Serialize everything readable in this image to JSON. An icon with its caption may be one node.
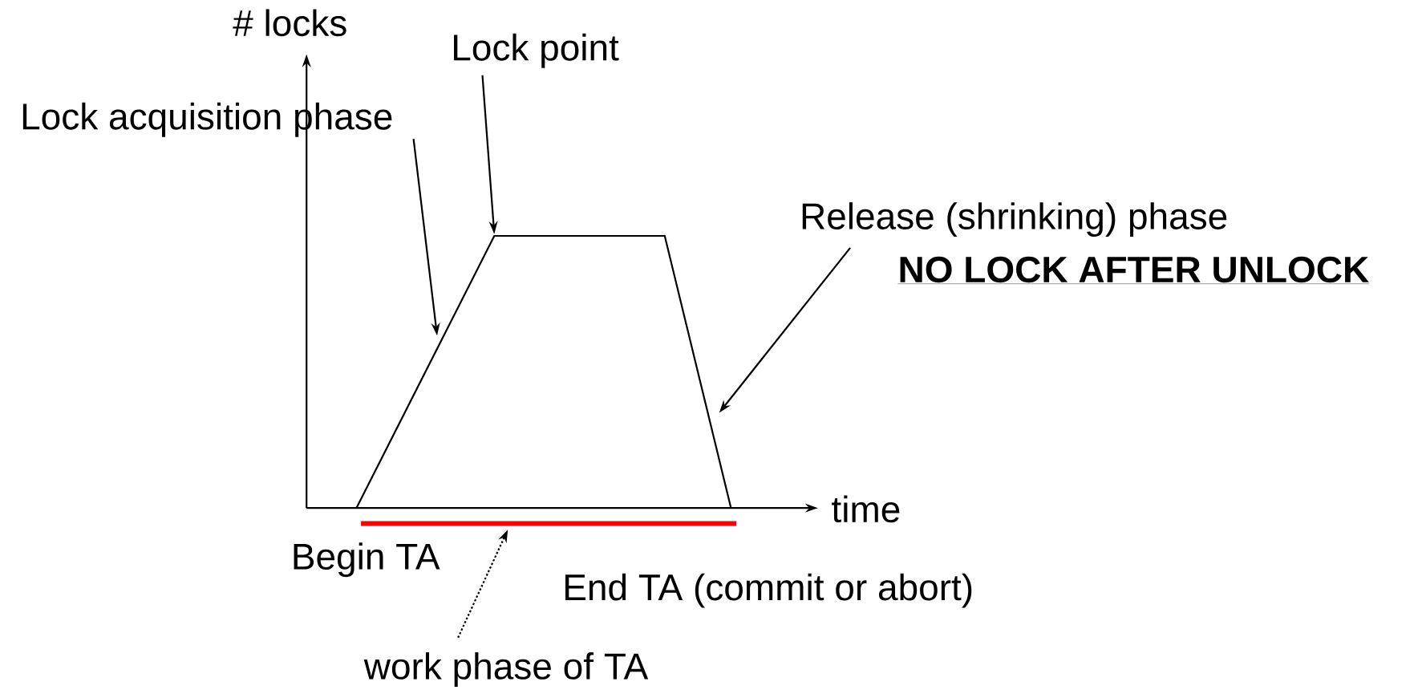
{
  "diagram": {
    "nodes": [
      {
        "text": [
          "Lock acquisition phase"
        ]
      },
      {
        "text": [
          "Lock point"
        ]
      },
      {
        "text": [
          "Release (shrinking) phase"
        ]
      },
      {
        "text": [
          "work phase of TA"
        ]
      },
      {
        "text": [],
        "shape": "bar"
      },
      {
        "text": [],
        "shape": "line"
      }
    ],
    "edges": [
      {
        "from": 0,
        "to": 5,
        "arrow": "to"
      },
      {
        "from": 1,
        "to": 5,
        "arrow": "to"
      },
      {
        "from": 2,
        "to": 5,
        "arrow": "to"
      },
      {
        "from": 3,
        "to": 4,
        "arrow": "to",
        "style": "dashed"
      }
    ],
    "labels": [
      "# locks",
      "time",
      "NO LOCK AFTER UNLOCK",
      "Begin TA",
      "End TA (commit or abort)"
    ]
  }
}
